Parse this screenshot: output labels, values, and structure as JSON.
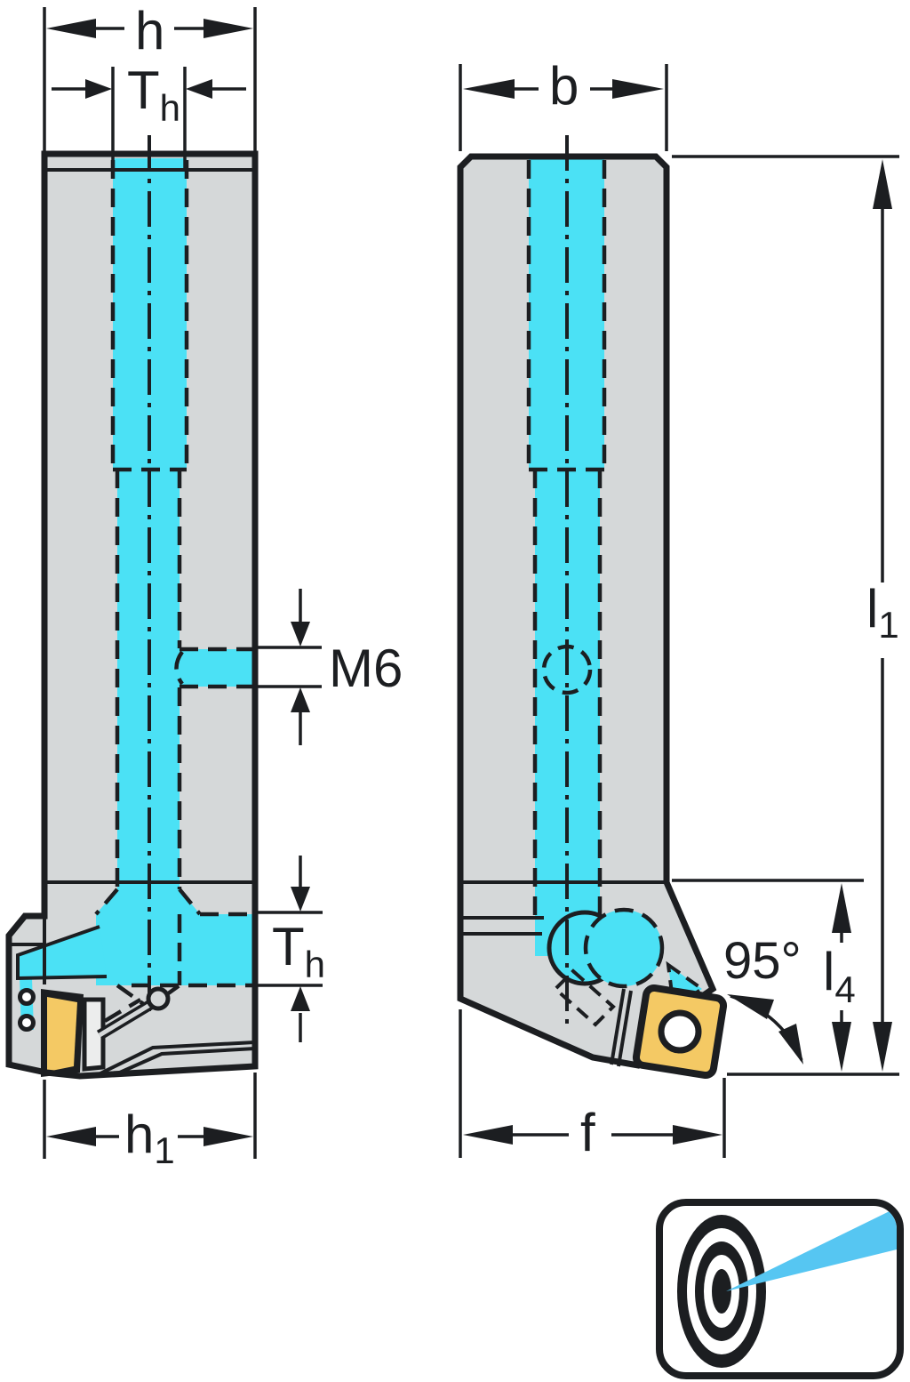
{
  "diagram": {
    "title": "tool-holder-dimension-drawing",
    "labels": {
      "h": "h",
      "th_top": {
        "main": "T",
        "sub": "h"
      },
      "b": "b",
      "m6": "M6",
      "l1": {
        "main": "l",
        "sub": "1"
      },
      "th_head": {
        "main": "T",
        "sub": "h"
      },
      "angle": "95°",
      "l4": {
        "main": "l",
        "sub": "4"
      },
      "h1": {
        "main": "h",
        "sub": "1"
      },
      "f": "f"
    },
    "colors": {
      "body_gray": "#d5d8d9",
      "coolant_cyan": "#4be1f5",
      "insert_yellow": "#f4c964",
      "shim_gray": "#eceded",
      "line_black": "#1c1e21",
      "icon_beam_blue": "#56c6f2",
      "background": "#ffffff"
    },
    "icon": {
      "name": "coolant-target-icon"
    }
  }
}
